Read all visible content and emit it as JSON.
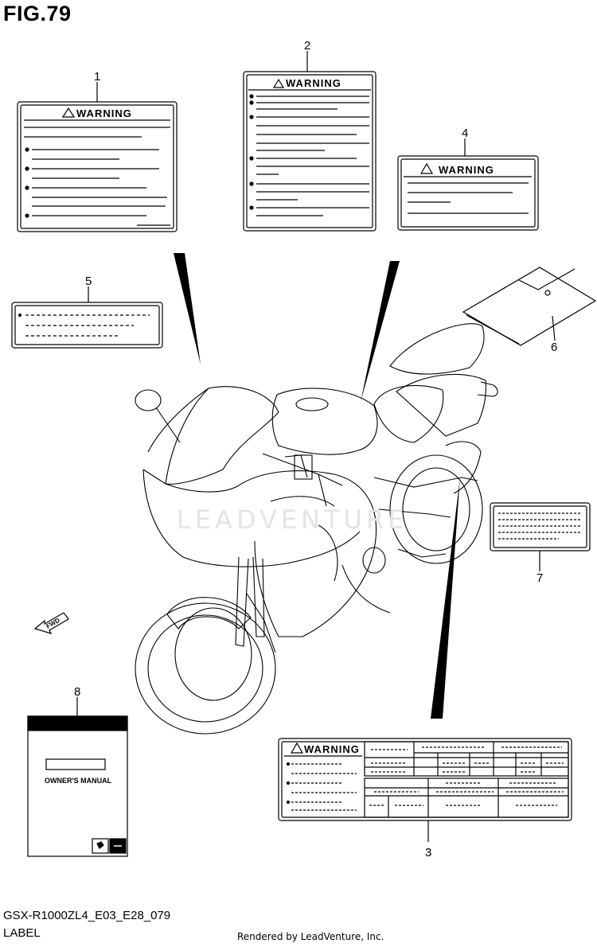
{
  "figure_title": "FIG.79",
  "diagram_code": "GSX-R1000ZL4_E03_E28_079",
  "diagram_label": "LABEL",
  "credit": "Rendered by LeadVenture, Inc.",
  "watermark": "LEADVENTURE",
  "warning_text": "WARNING",
  "owners_manual_text": "OWNER'S MANUAL",
  "fwd_text": "FWD",
  "callouts": [
    "1",
    "2",
    "3",
    "4",
    "5",
    "6",
    "7",
    "8"
  ]
}
